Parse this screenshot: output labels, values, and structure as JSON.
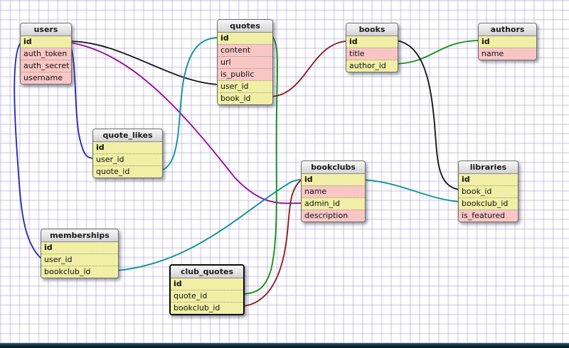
{
  "tables": [
    {
      "name": "users",
      "columns": [
        {
          "label": "id",
          "kind": "pk"
        },
        {
          "label": "auth_token",
          "kind": "attr"
        },
        {
          "label": "auth_secret",
          "kind": "attr"
        },
        {
          "label": "username",
          "kind": "attr"
        }
      ]
    },
    {
      "name": "quotes",
      "columns": [
        {
          "label": "id",
          "kind": "pk"
        },
        {
          "label": "content",
          "kind": "attr"
        },
        {
          "label": "url",
          "kind": "attr"
        },
        {
          "label": "is_public",
          "kind": "attr"
        },
        {
          "label": "user_id",
          "kind": "fk"
        },
        {
          "label": "book_id",
          "kind": "fk"
        }
      ]
    },
    {
      "name": "books",
      "columns": [
        {
          "label": "id",
          "kind": "pk"
        },
        {
          "label": "title",
          "kind": "attr"
        },
        {
          "label": "author_id",
          "kind": "fk"
        }
      ]
    },
    {
      "name": "authors",
      "columns": [
        {
          "label": "id",
          "kind": "pk"
        },
        {
          "label": "name",
          "kind": "attr"
        }
      ]
    },
    {
      "name": "quote_likes",
      "columns": [
        {
          "label": "id",
          "kind": "pk"
        },
        {
          "label": "user_id",
          "kind": "fk"
        },
        {
          "label": "quote_id",
          "kind": "fk"
        }
      ]
    },
    {
      "name": "bookclubs",
      "columns": [
        {
          "label": "id",
          "kind": "pk"
        },
        {
          "label": "name",
          "kind": "attr"
        },
        {
          "label": "admin_id",
          "kind": "fk"
        },
        {
          "label": "description",
          "kind": "attr"
        }
      ]
    },
    {
      "name": "libraries",
      "columns": [
        {
          "label": "id",
          "kind": "pk"
        },
        {
          "label": "book_id",
          "kind": "fk"
        },
        {
          "label": "bookclub_id",
          "kind": "fk"
        },
        {
          "label": "is_featured",
          "kind": "attr"
        }
      ]
    },
    {
      "name": "memberships",
      "columns": [
        {
          "label": "id",
          "kind": "pk"
        },
        {
          "label": "user_id",
          "kind": "fk"
        },
        {
          "label": "bookclub_id",
          "kind": "fk"
        }
      ]
    },
    {
      "name": "club_quotes",
      "columns": [
        {
          "label": "id",
          "kind": "pk"
        },
        {
          "label": "quote_id",
          "kind": "fk"
        },
        {
          "label": "bookclub_id",
          "kind": "fk"
        }
      ],
      "selected": true
    }
  ],
  "connections": [
    {
      "from": "users.id",
      "to": "quotes.user_id",
      "color": "#0f0f0f"
    },
    {
      "from": "users.id",
      "to": "bookclubs.admin_id",
      "color": "#990099"
    },
    {
      "from": "users.id",
      "to": "quote_likes.user_id",
      "color": "#2323b3"
    },
    {
      "from": "users.id",
      "to": "memberships.user_id",
      "color": "#2323b3"
    },
    {
      "from": "quotes.id",
      "to": "quote_likes.quote_id",
      "color": "#008f99"
    },
    {
      "from": "quotes.id",
      "to": "club_quotes.quote_id",
      "color": "#0d8c0d"
    },
    {
      "from": "quotes.book_id",
      "to": "books.id",
      "color": "#8e1515"
    },
    {
      "from": "books.author_id",
      "to": "authors.id",
      "color": "#0d8c0d"
    },
    {
      "from": "books.id",
      "to": "libraries.book_id",
      "color": "#0f0f0f"
    },
    {
      "from": "bookclubs.id",
      "to": "libraries.bookclub_id",
      "color": "#008f99"
    },
    {
      "from": "bookclubs.id",
      "to": "memberships.bookclub_id",
      "color": "#008f99"
    },
    {
      "from": "bookclubs.id",
      "to": "club_quotes.bookclub_id",
      "color": "#8e1515"
    }
  ],
  "palette": {
    "key_row": "#f0efa5",
    "attribute_row": "#f9c6c6",
    "header": "#e2e2e2",
    "grid_line": "#d9d4ec",
    "background": "#ffffff"
  }
}
